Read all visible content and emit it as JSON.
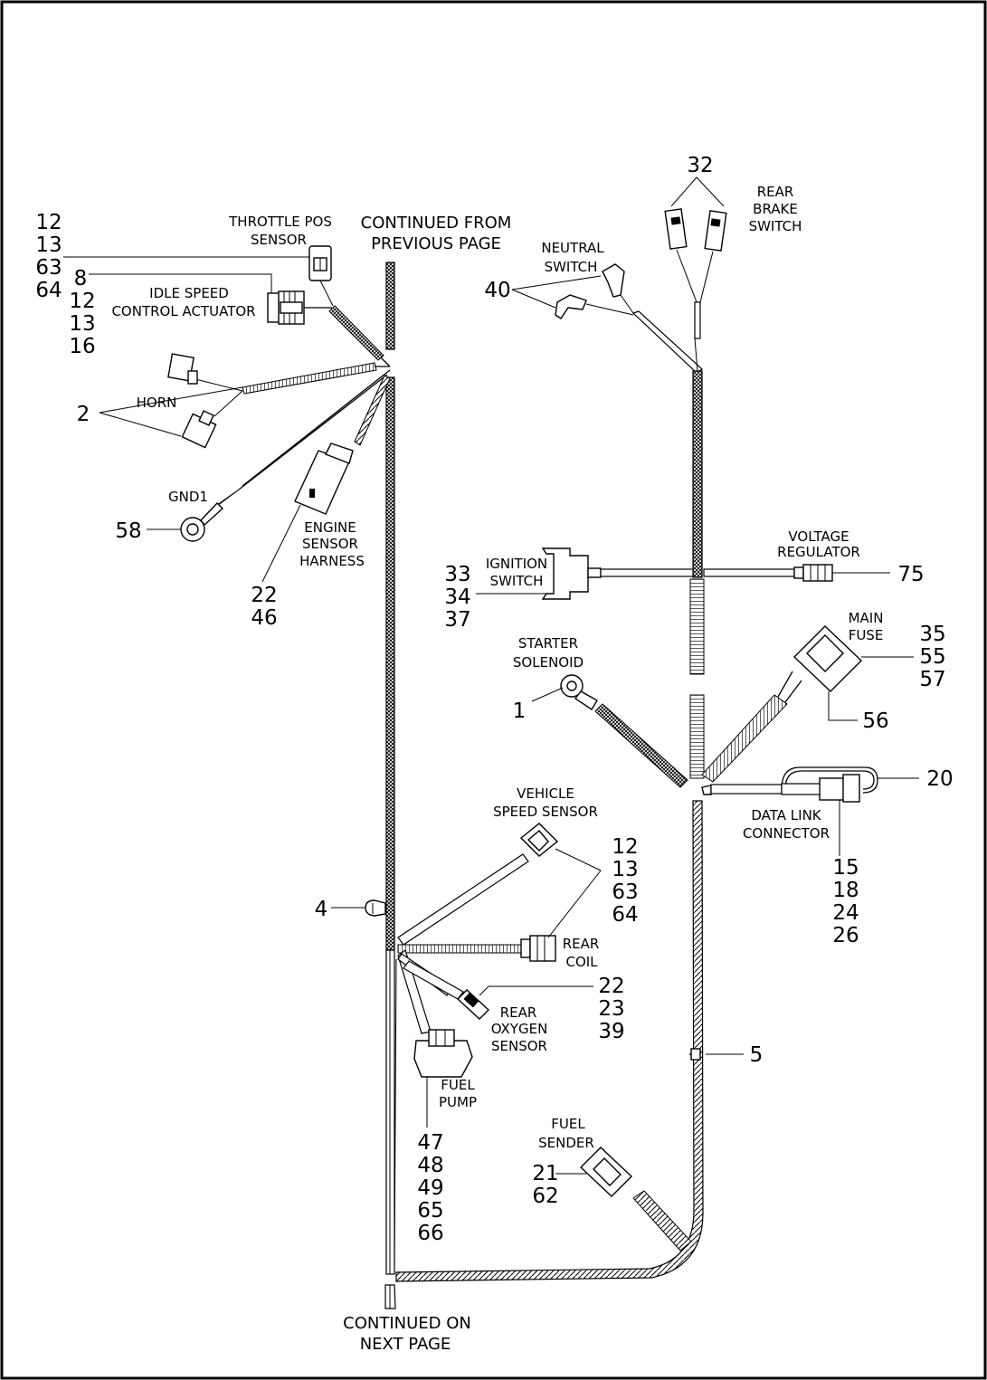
{
  "header": {
    "top_line1": "CONTINUED FROM",
    "top_line2": "PREVIOUS PAGE",
    "bottom_line1": "CONTINUED ON",
    "bottom_line2": "NEXT PAGE"
  },
  "labels": {
    "throttle_pos": [
      "THROTTLE POS",
      "SENSOR"
    ],
    "idle_speed": [
      "IDLE  SPEED",
      "CONTROL  ACTUATOR"
    ],
    "horn": [
      "HORN"
    ],
    "gnd1": [
      "GND1"
    ],
    "engine_sensor": [
      "ENGINE",
      "SENSOR",
      "HARNESS"
    ],
    "neutral_switch": [
      "NEUTRAL",
      "SWITCH"
    ],
    "rear_brake": [
      "REAR",
      "BRAKE",
      "SWITCH"
    ],
    "ignition": [
      "IGNITION",
      "SWITCH"
    ],
    "voltage_reg": [
      "VOLTAGE",
      "REGULATOR"
    ],
    "starter": [
      "STARTER",
      "SOLENOID"
    ],
    "main_fuse": [
      "MAIN",
      "FUSE"
    ],
    "data_link": [
      "DATA  LINK",
      "CONNECTOR"
    ],
    "vss": [
      "VEHICLE",
      "SPEED SENSOR"
    ],
    "rear_coil": [
      "REAR",
      "COIL"
    ],
    "rear_oxygen": [
      "REAR",
      "OXYGEN",
      "SENSOR"
    ],
    "fuel_pump": [
      "FUEL",
      "PUMP"
    ],
    "fuel_sender": [
      "FUEL",
      "SENDER"
    ]
  },
  "callouts": {
    "throttle": [
      "12",
      "13",
      "63",
      "64"
    ],
    "idle": [
      "8",
      "12",
      "13",
      "16"
    ],
    "horn": [
      "2"
    ],
    "gnd": [
      "58"
    ],
    "engine_sensor": [
      "22",
      "46"
    ],
    "rear_brake": [
      "32"
    ],
    "neutral": [
      "40"
    ],
    "ignition": [
      "33",
      "34",
      "37"
    ],
    "voltage_reg": [
      "75"
    ],
    "main_fuse": [
      "35",
      "55",
      "57"
    ],
    "fuse_wire": [
      "56"
    ],
    "starter": [
      "1"
    ],
    "data_link_top": [
      "20"
    ],
    "data_link": [
      "15",
      "18",
      "24",
      "26"
    ],
    "vss": [
      "12",
      "13",
      "63",
      "64"
    ],
    "clip": [
      "4"
    ],
    "oxygen": [
      "22",
      "23",
      "39"
    ],
    "cable_tie": [
      "5"
    ],
    "fuel_pump": [
      "47",
      "48",
      "49",
      "65",
      "66"
    ],
    "fuel_sender": [
      "21",
      "62"
    ]
  }
}
